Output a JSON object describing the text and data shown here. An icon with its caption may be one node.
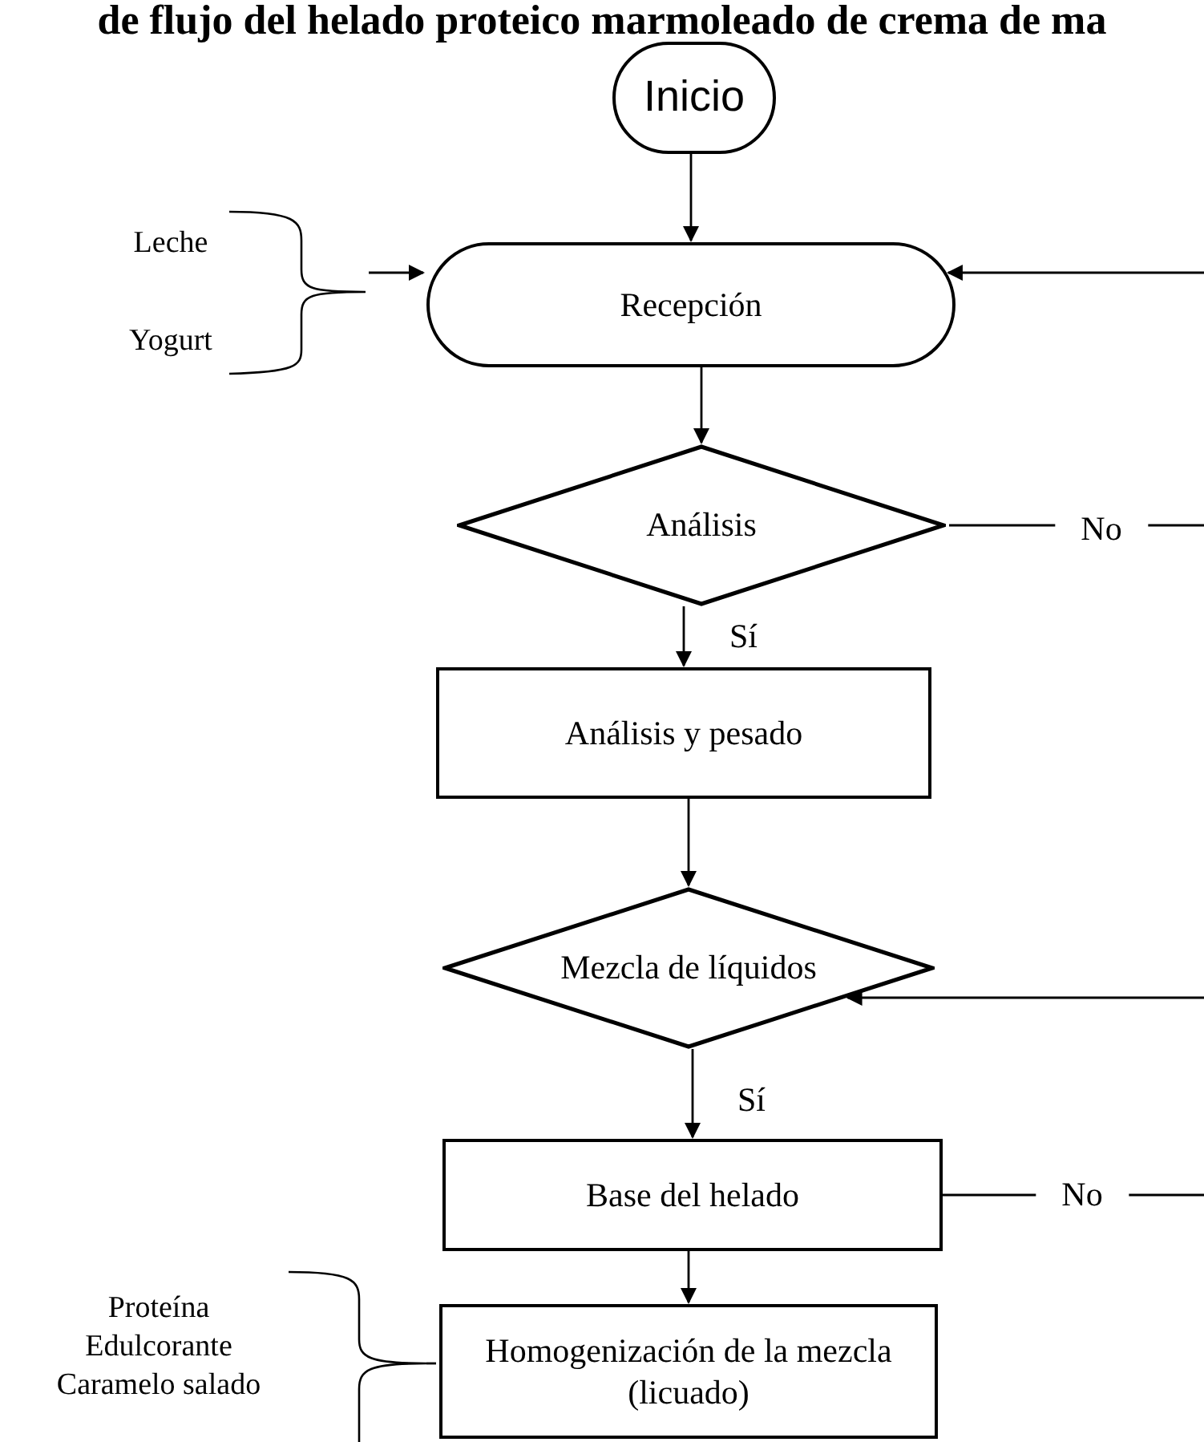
{
  "diagram": {
    "title": "de flujo del helado proteico marmoleado de crema de ma",
    "nodes": [
      {
        "text": [
          "Inicio"
        ]
      },
      {
        "text": [
          "Recepción"
        ]
      },
      {
        "text": [
          "Análisis"
        ]
      },
      {
        "text": [
          "Análisis y pesado"
        ]
      },
      {
        "text": [
          "Mezcla de líquidos"
        ]
      },
      {
        "text": [
          "Base del helado"
        ]
      },
      {
        "text": [
          "Homogenización de la mezcla (licuado)"
        ]
      },
      {
        "text": [
          "Leche",
          "Yogurt"
        ]
      },
      {
        "text": [
          "Proteína",
          "Edulcorante",
          "Caramelo salado"
        ]
      }
    ],
    "edges": [
      {
        "from": 0,
        "to": 1,
        "arrow": "to"
      },
      {
        "from": 7,
        "to": 1,
        "arrow": "to"
      },
      {
        "from": 1,
        "to": 2,
        "arrow": "to"
      },
      {
        "from": 2,
        "to": 3,
        "arrow": "to",
        "label": "Sí"
      },
      {
        "from": 2,
        "to": 1,
        "arrow": "to",
        "label": "No"
      },
      {
        "from": 3,
        "to": 4,
        "arrow": "to"
      },
      {
        "from": 4,
        "to": 5,
        "arrow": "to",
        "label": "Sí"
      },
      {
        "from": 5,
        "to": 4,
        "arrow": "to",
        "label": "No"
      },
      {
        "from": 5,
        "to": 6,
        "arrow": "to"
      },
      {
        "from": 8,
        "to": 6,
        "arrow": "none"
      }
    ]
  }
}
